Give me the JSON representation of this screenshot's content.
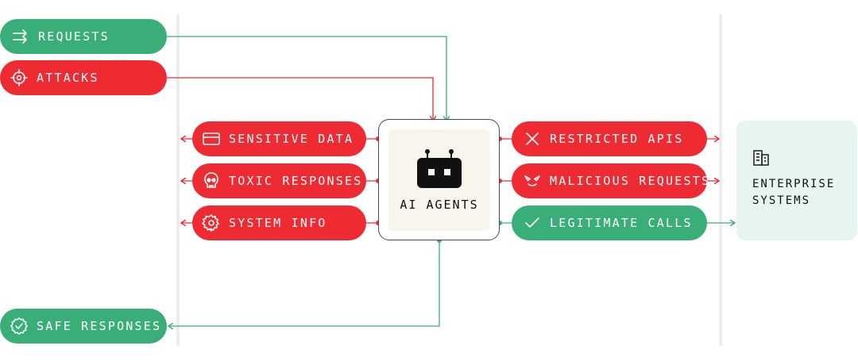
{
  "inputs": {
    "requests": {
      "label": "REQUESTS",
      "icon": "arrows-icon",
      "color": "#3aae78"
    },
    "attacks": {
      "label": "ATTACKS",
      "icon": "target-icon",
      "color": "#ee2a33"
    }
  },
  "blocked_outputs": [
    {
      "label": "SENSITIVE DATA",
      "icon": "credit-card-icon"
    },
    {
      "label": "TOXIC RESPONSES",
      "icon": "skull-icon"
    },
    {
      "label": "SYSTEM INFO",
      "icon": "gear-icon"
    }
  ],
  "agent": {
    "label": "AI AGENTS",
    "icon": "robot-icon"
  },
  "outbound_calls": [
    {
      "label": "RESTRICTED APIS",
      "icon": "x-icon",
      "status": "blocked"
    },
    {
      "label": "MALICIOUS REQUESTS",
      "icon": "evil-face-icon",
      "status": "blocked"
    },
    {
      "label": "LEGITIMATE CALLS",
      "icon": "check-icon",
      "status": "allowed"
    }
  ],
  "enterprise": {
    "label": "ENTERPRISE\nSYSTEMS",
    "icon": "building-icon"
  },
  "safe": {
    "label": "SAFE RESPONSES",
    "icon": "badge-check-icon"
  },
  "colors": {
    "safe": "#3aae78",
    "danger": "#ee2a33",
    "panel": "#e6f5ee",
    "agent_bg": "#f8f5ec"
  }
}
